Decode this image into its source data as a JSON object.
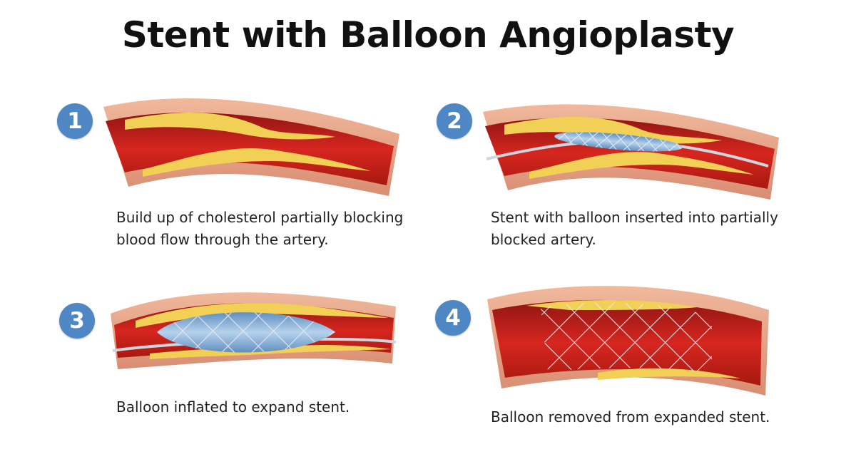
{
  "title": "Stent with Balloon Angioplasty",
  "steps": [
    {
      "number": "1",
      "caption_lines": [
        "Build up of cholesterol partially blocking",
        "blood flow through the artery."
      ]
    },
    {
      "number": "2",
      "caption_lines": [
        "Stent with balloon inserted into partially",
        "blocked artery."
      ]
    },
    {
      "number": "3",
      "caption_lines": [
        "Balloon inflated to expand stent."
      ]
    },
    {
      "number": "4",
      "caption_lines": [
        "Balloon removed from expanded stent."
      ]
    }
  ],
  "colors": {
    "badge": "#4f87c4",
    "artery_wall": "#e8a98d",
    "artery_lumen": "#c8201c",
    "plaque": "#f2cf55",
    "balloon": "#8eb7dc",
    "stent": "#dde3ea"
  }
}
